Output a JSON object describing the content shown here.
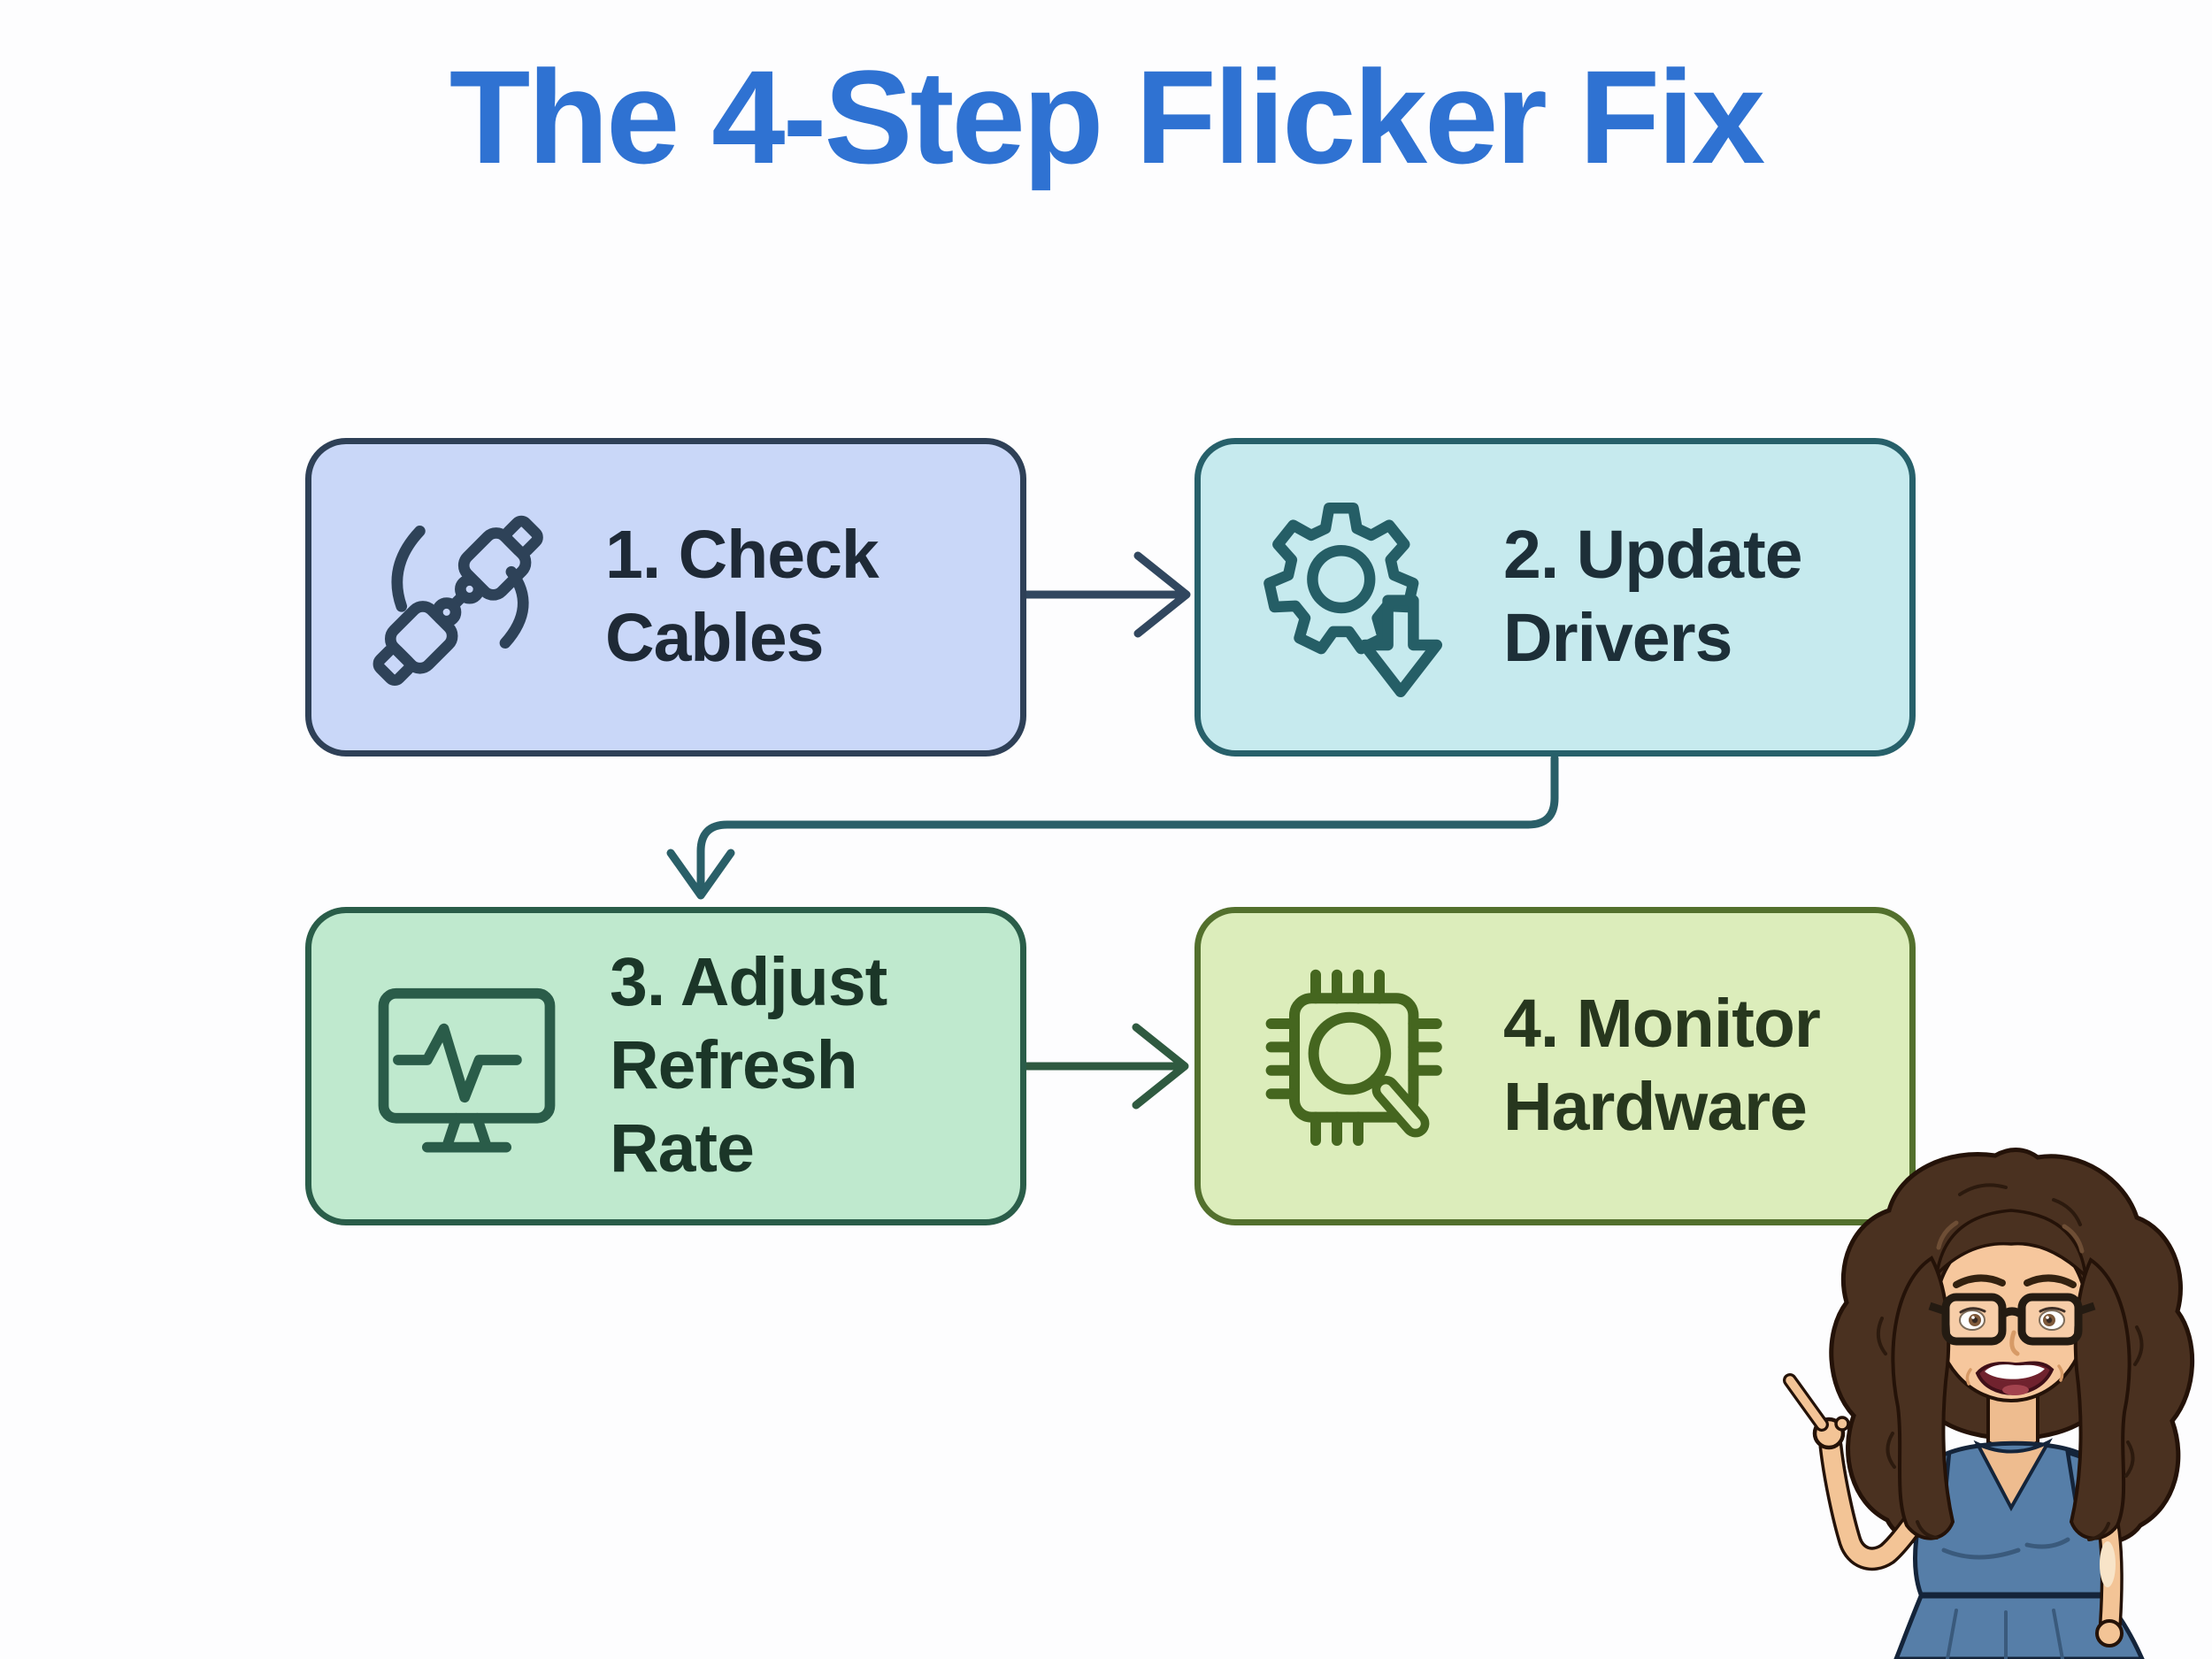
{
  "page": {
    "background": "#fdfdfe"
  },
  "title": {
    "text": "The 4-Step Flicker Fix",
    "color": "#2f72d2"
  },
  "steps": [
    {
      "line1": "1. Check",
      "line2": "Cables",
      "icon": "cable-connectors-icon",
      "fill": "#c9d7f8",
      "border_color": "#2e4057",
      "text_color": "#1e2936",
      "icon_color": "#2e4258"
    },
    {
      "line1": "2. Update",
      "line2": "Drivers",
      "icon": "gear-download-icon",
      "fill": "#c6eaee",
      "border_color": "#27606a",
      "text_color": "#1d2f38",
      "icon_color": "#255e66"
    },
    {
      "line1": "3. Adjust",
      "line2": "Refresh Rate",
      "icon": "monitor-pulse-icon",
      "fill": "#bfe9ce",
      "border_color": "#2a5d49",
      "text_color": "#1b3628",
      "icon_color": "#2a5c49"
    },
    {
      "line1": "4. Monitor",
      "line2": "Hardware",
      "icon": "chip-magnifier-icon",
      "fill": "#dcedbb",
      "border_color": "#53702d",
      "text_color": "#27371e",
      "icon_color": "#45661f"
    }
  ],
  "connectors": [
    {
      "from": "step-1",
      "to": "step-2",
      "style": "straight-right",
      "color": "#31475f"
    },
    {
      "from": "step-2",
      "to": "step-3",
      "style": "elbow-down-left",
      "color": "#2a5f68"
    },
    {
      "from": "step-3",
      "to": "step-4",
      "style": "straight-right",
      "color": "#2f5a40"
    }
  ],
  "character": {
    "name": "presenter-woman-glasses-pointing",
    "hair_color": "#4a3120",
    "skin_color": "#f3c496",
    "dress_color": "#567ea8"
  }
}
